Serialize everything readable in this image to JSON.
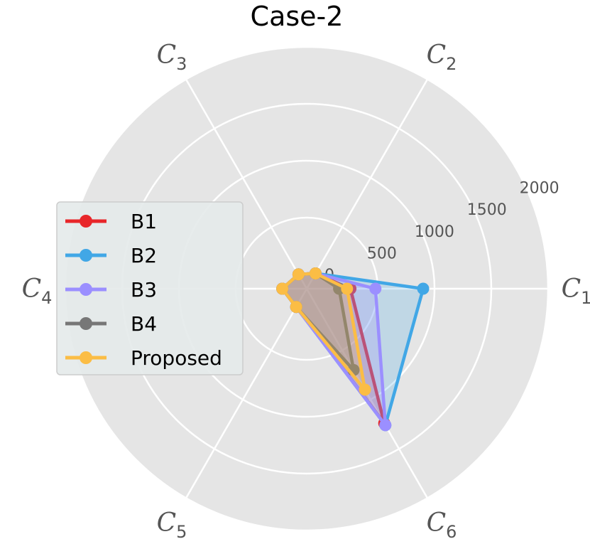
{
  "chart_data": {
    "type": "radar",
    "title": "Case-2",
    "categories": [
      {
        "main": "C",
        "sub": "1"
      },
      {
        "main": "C",
        "sub": "2"
      },
      {
        "main": "C",
        "sub": "3"
      },
      {
        "main": "C",
        "sub": "4"
      },
      {
        "main": "C",
        "sub": "5"
      },
      {
        "main": "C",
        "sub": "6"
      }
    ],
    "rlim": [
      0,
      2000
    ],
    "rticks": [
      0,
      500,
      1000,
      1500,
      2000
    ],
    "rtick_labels": [
      "0",
      "500",
      "1000",
      "1500",
      "2000"
    ],
    "grid": true,
    "legend_position": "center-left",
    "series": [
      {
        "name": "B1",
        "color": "#e8262a",
        "values": [
          260,
          30,
          20,
          90,
          60,
          1240
        ]
      },
      {
        "name": "B2",
        "color": "#41a7e6",
        "values": [
          900,
          30,
          20,
          90,
          60,
          1260
        ]
      },
      {
        "name": "B3",
        "color": "#9b8fff",
        "values": [
          480,
          30,
          20,
          90,
          60,
          1260
        ]
      },
      {
        "name": "B4",
        "color": "#777777",
        "values": [
          160,
          30,
          20,
          90,
          60,
          700
        ]
      },
      {
        "name": "Proposed",
        "color": "#fbbd45",
        "values": [
          230,
          30,
          20,
          90,
          60,
          900
        ]
      }
    ]
  }
}
